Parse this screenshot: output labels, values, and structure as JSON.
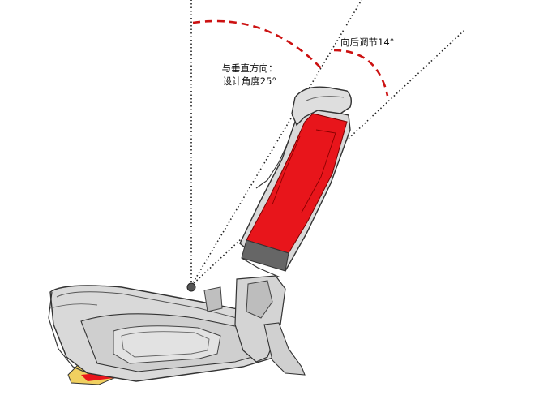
{
  "annotations": {
    "vertical_angle_line1": "与垂直方向：",
    "vertical_angle_line2": "设计角度25°",
    "adjust_angle": "向后调节14°"
  },
  "colors": {
    "seat_shell": "#d9d9d9",
    "seat_outline": "#333333",
    "backrest_highlight": "#e8151b",
    "angle_arc": "#cc1111",
    "rail_block": "#f0d060"
  }
}
